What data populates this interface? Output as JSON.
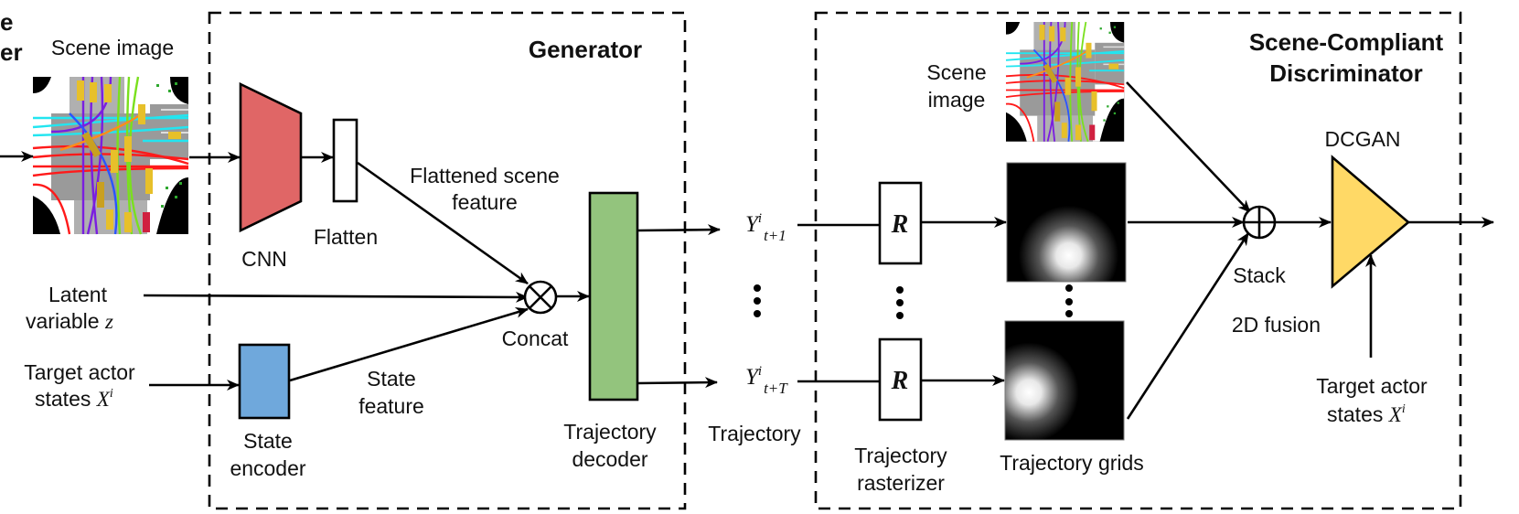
{
  "figure": {
    "left_cut_label_line1": "e",
    "left_cut_label_line2": "er",
    "scene_image_label": "Scene image",
    "inputs": {
      "latent_line1": "Latent",
      "latent_line2": "variable",
      "latent_symbol": "z",
      "target_line1": "Target actor",
      "target_line2": "states",
      "target_symbol": "X",
      "target_sup": "i"
    },
    "generator": {
      "title": "Generator",
      "cnn_label": "CNN",
      "flatten_label": "Flatten",
      "flat_feature_line1": "Flattened scene",
      "flat_feature_line2": "feature",
      "concat_label": "Concat",
      "state_encoder_line1": "State",
      "state_encoder_line2": "encoder",
      "state_feature_line1": "State",
      "state_feature_line2": "feature",
      "decoder_line1": "Trajectory",
      "decoder_line2": "decoder",
      "colors": {
        "cnn": "#e06666",
        "state_encoder": "#6fa8dc",
        "decoder": "#93c47d"
      }
    },
    "trajectory": {
      "label": "Trajectory",
      "y_first_base": "Y",
      "y_first_sup": "i",
      "y_first_sub": "t+1",
      "y_last_base": "Y",
      "y_last_sup": "i",
      "y_last_sub": "t+T"
    },
    "discriminator": {
      "title_line1": "Scene-Compliant",
      "title_line2": "Discriminator",
      "scene_line1": "Scene",
      "scene_line2": "image",
      "rasterizer_symbol": "R",
      "rasterizer_line1": "Trajectory",
      "rasterizer_line2": "rasterizer",
      "grids_label": "Trajectory grids",
      "stack_label": "Stack",
      "dcgan_label": "DCGAN",
      "fusion_label": "2D fusion",
      "target_line1": "Target actor",
      "target_line2": "states",
      "target_symbol": "X",
      "target_sup": "i",
      "colors": {
        "dcgan": "#ffd966"
      }
    }
  }
}
